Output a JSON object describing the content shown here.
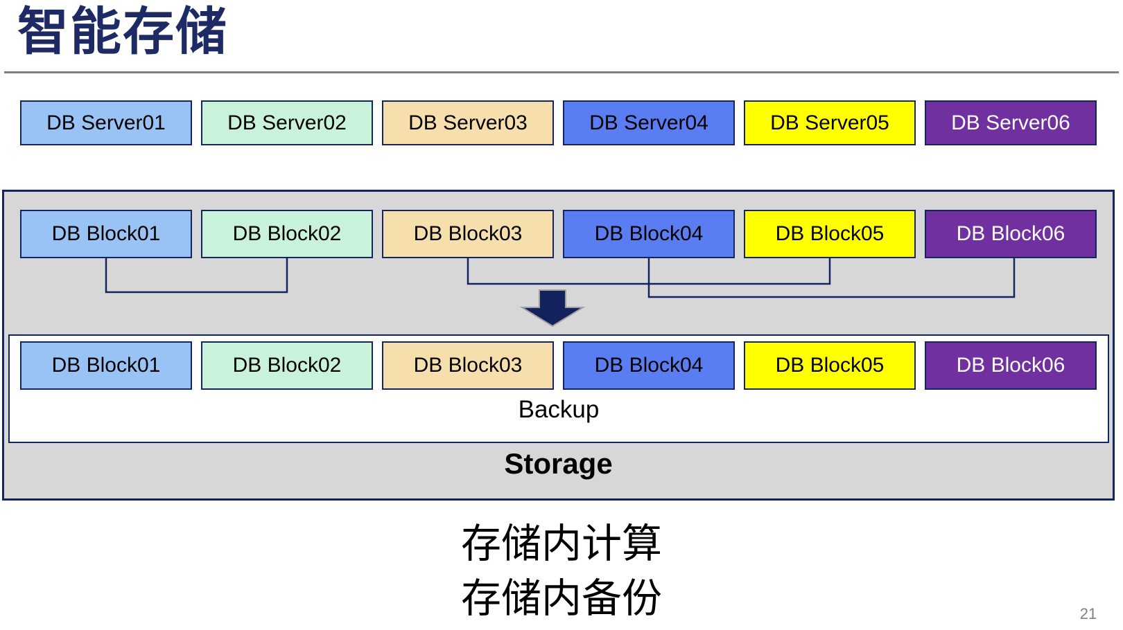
{
  "slide": {
    "title": "智能存储",
    "page_number": "21",
    "caption_lines": [
      "存储内计算",
      "存储内备份"
    ]
  },
  "colors": {
    "title": "#1E2A64",
    "border_navy": "#122560",
    "container_fill": "#D7D7D7",
    "divider_gray": "#808080",
    "page_number_gray": "#7F7F7F",
    "arrow_fill": "#13215C",
    "arrow_outline": "#A0A0A0",
    "connector": "#122560"
  },
  "server_row": [
    {
      "label": "DB Server01",
      "fill": "#99C2F5",
      "text_color": "#000000"
    },
    {
      "label": "DB Server02",
      "fill": "#C8F2DA",
      "text_color": "#000000"
    },
    {
      "label": "DB Server03",
      "fill": "#F7DFAD",
      "text_color": "#000000"
    },
    {
      "label": "DB Server04",
      "fill": "#5A7EF2",
      "text_color": "#000000"
    },
    {
      "label": "DB Server05",
      "fill": "#FFFF00",
      "text_color": "#000000"
    },
    {
      "label": "DB Server06",
      "fill": "#7030A0",
      "text_color": "#FFFFFF"
    }
  ],
  "storage_unit": {
    "label": "Storage",
    "backup_label": "Backup",
    "block_row_top": [
      {
        "label": "DB Block01",
        "fill": "#99C2F5",
        "text_color": "#000000"
      },
      {
        "label": "DB Block02",
        "fill": "#C8F2DA",
        "text_color": "#000000"
      },
      {
        "label": "DB Block03",
        "fill": "#F7DFAD",
        "text_color": "#000000"
      },
      {
        "label": "DB Block04",
        "fill": "#5A7EF2",
        "text_color": "#000000"
      },
      {
        "label": "DB Block05",
        "fill": "#FFFF00",
        "text_color": "#000000"
      },
      {
        "label": "DB Block06",
        "fill": "#7030A0",
        "text_color": "#FFFFFF"
      }
    ],
    "block_row_bottom": [
      {
        "label": "DB Block01",
        "fill": "#99C2F5",
        "text_color": "#000000"
      },
      {
        "label": "DB Block02",
        "fill": "#C8F2DA",
        "text_color": "#000000"
      },
      {
        "label": "DB Block03",
        "fill": "#F7DFAD",
        "text_color": "#000000"
      },
      {
        "label": "DB Block04",
        "fill": "#5A7EF2",
        "text_color": "#000000"
      },
      {
        "label": "DB Block05",
        "fill": "#FFFF00",
        "text_color": "#000000"
      },
      {
        "label": "DB Block06",
        "fill": "#7030A0",
        "text_color": "#FFFFFF"
      }
    ],
    "block_links": [
      {
        "from": "DB Block01",
        "to": "DB Block02"
      },
      {
        "from": "DB Block03",
        "to": "DB Block05"
      },
      {
        "from": "DB Block04",
        "to": "DB Block06"
      }
    ]
  }
}
